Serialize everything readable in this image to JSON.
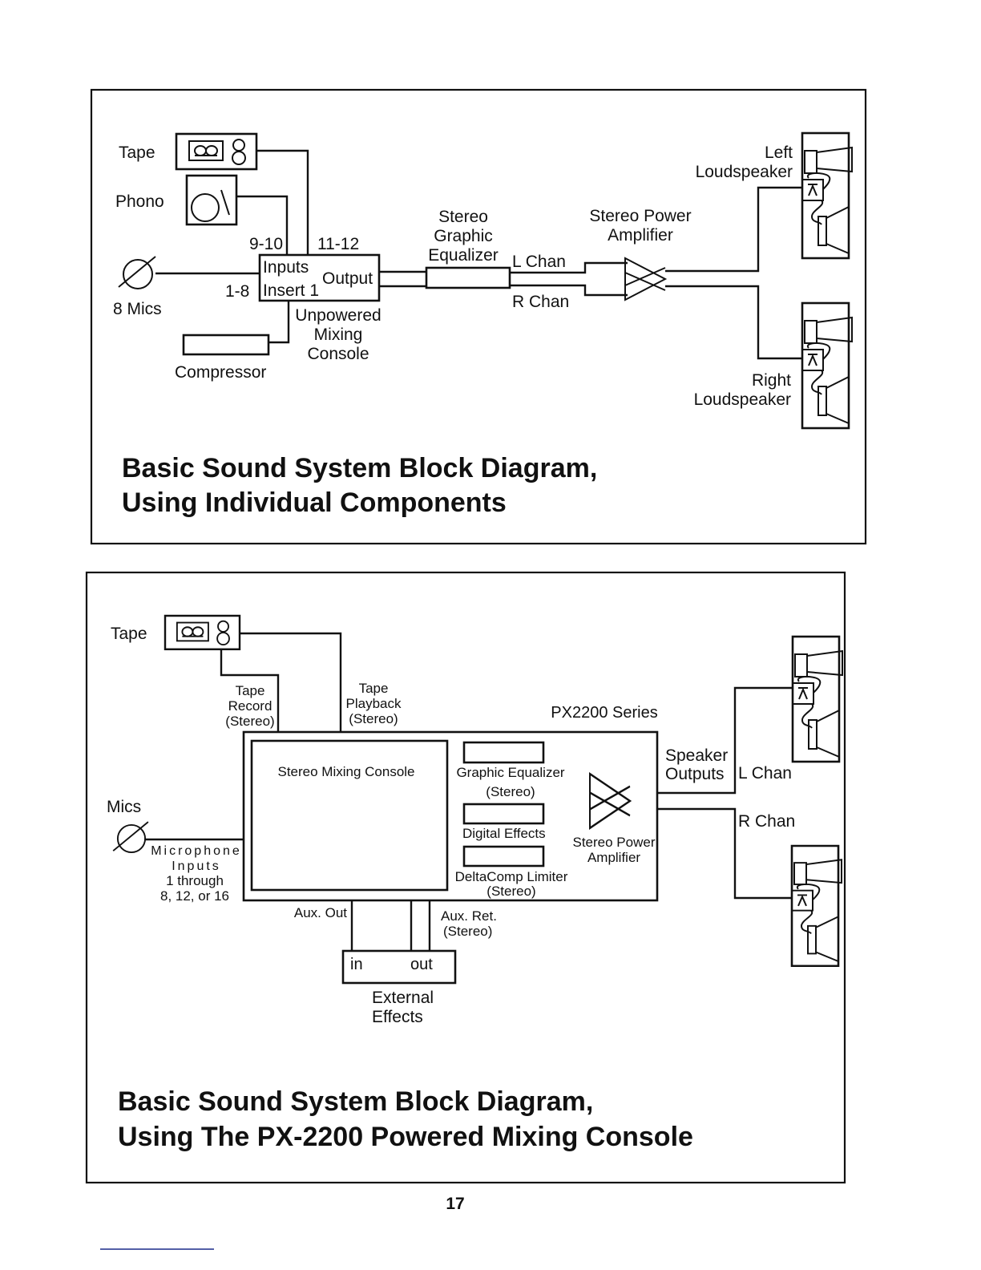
{
  "page_number": "17",
  "diagram1": {
    "title_line1": "Basic Sound System Block Diagram,",
    "title_line2": "Using Individual Components",
    "labels": {
      "tape": "Tape",
      "phono": "Phono",
      "mics": "8 Mics",
      "inputs_9_10": "9-10",
      "inputs_11_12": "11-12",
      "inputs_1_8": "1-8",
      "console_inputs": "Inputs",
      "console_insert": "Insert 1",
      "console_output": "Output",
      "console_name_1": "Unpowered",
      "console_name_2": "Mixing",
      "console_name_3": "Console",
      "compressor": "Compressor",
      "eq_1": "Stereo",
      "eq_2": "Graphic",
      "eq_3": "Equalizer",
      "l_chan": "L Chan",
      "r_chan": "R Chan",
      "amp_1": "Stereo Power",
      "amp_2": "Amplifier",
      "left_speaker_1": "Left",
      "left_speaker_2": "Loudspeaker",
      "right_speaker_1": "Right",
      "right_speaker_2": "Loudspeaker"
    }
  },
  "diagram2": {
    "title_line1": "Basic Sound System Block Diagram,",
    "title_line2": "Using The PX-2200 Powered Mixing Console",
    "labels": {
      "tape": "Tape",
      "tape_record_1": "Tape",
      "tape_record_2": "Record",
      "tape_record_3": "(Stereo)",
      "tape_playback_1": "Tape",
      "tape_playback_2": "Playback",
      "tape_playback_3": "(Stereo)",
      "series": "PX2200 Series",
      "mixing_console": "Stereo Mixing Console",
      "graphic_eq": "Graphic Equalizer",
      "graphic_eq_stereo": "(Stereo)",
      "digital_effects": "Digital Effects",
      "deltacomp": "DeltaComp Limiter",
      "deltacomp_stereo": "(Stereo)",
      "amp_1": "Stereo Power",
      "amp_2": "Amplifier",
      "speaker_outputs_1": "Speaker",
      "speaker_outputs_2": "Outputs",
      "l_chan": "L Chan",
      "r_chan": "R Chan",
      "mics": "Mics",
      "mic_inputs_1": "Microphone",
      "mic_inputs_2": "Inputs",
      "mic_inputs_3": "1 through",
      "mic_inputs_4": "8, 12, or 16",
      "aux_out": "Aux. Out",
      "aux_ret_1": "Aux. Ret.",
      "aux_ret_2": "(Stereo)",
      "fx_in": "in",
      "fx_out": "out",
      "external_1": "External",
      "external_2": "Effects"
    }
  },
  "icons": {
    "tape_deck": "cassette-deck-icon",
    "turntable": "turntable-icon",
    "microphone": "microphone-icon",
    "amplifier": "amplifier-triangle-icon",
    "loudspeaker": "loudspeaker-cabinet-icon"
  },
  "colors": {
    "ink": "#111111",
    "paper": "#ffffff",
    "footer_rule": "#1a2a8a"
  }
}
